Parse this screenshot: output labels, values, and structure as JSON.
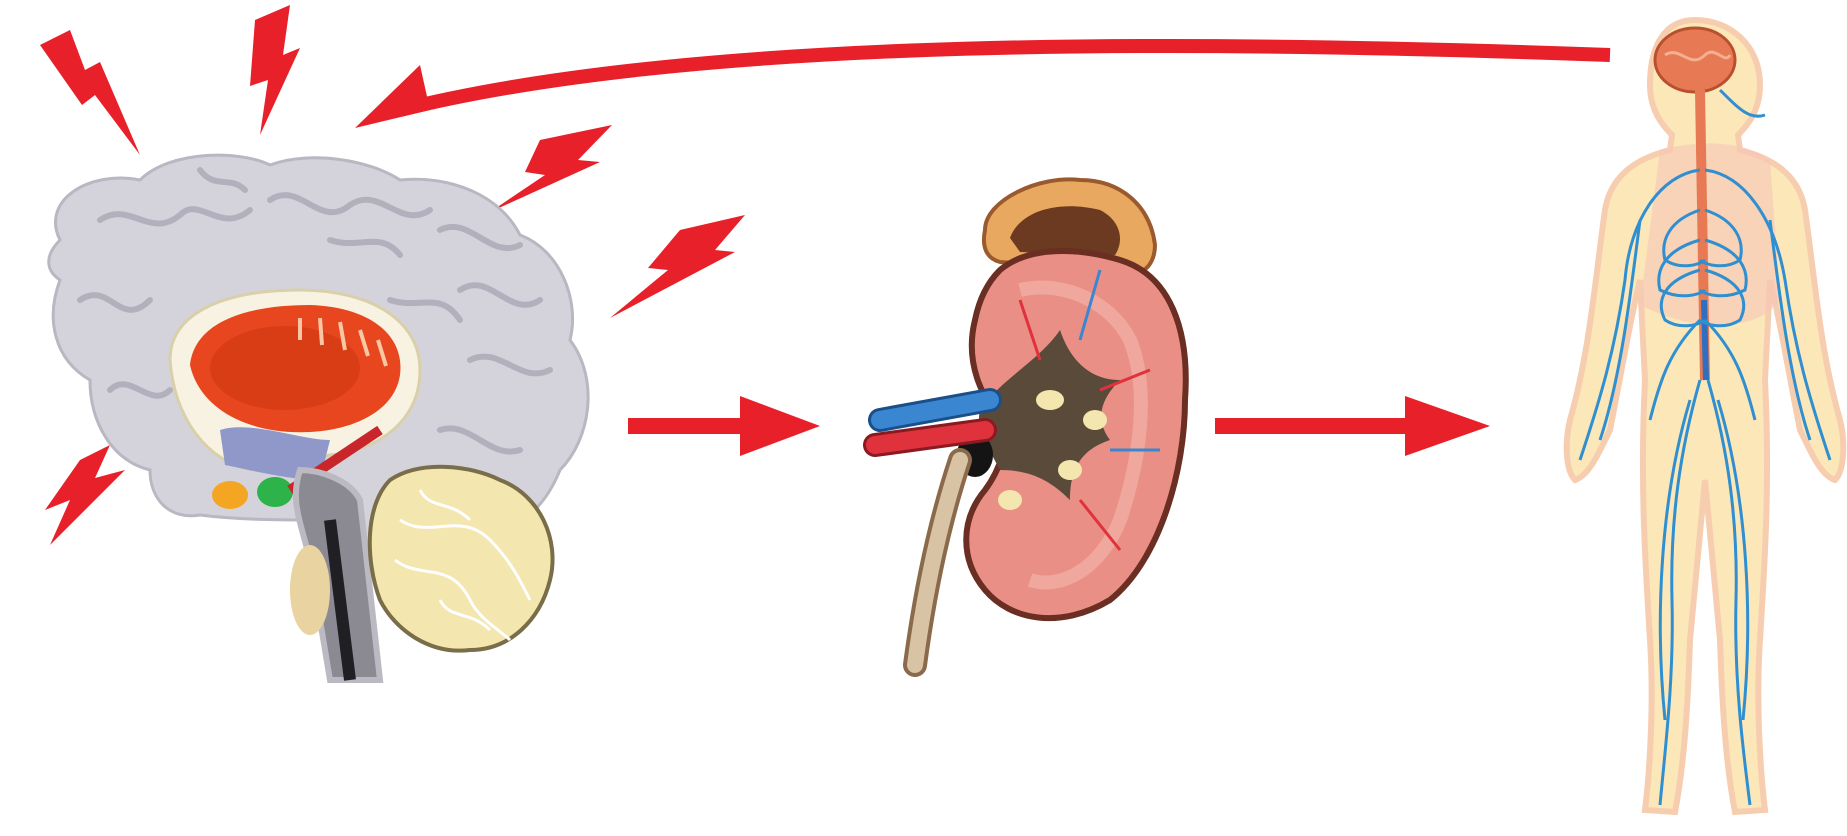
{
  "diagram": {
    "stages": [
      {
        "id": "brain",
        "icon": "brain-icon"
      },
      {
        "id": "kidney-adrenal",
        "icon": "kidney-adrenal-icon"
      },
      {
        "id": "nervous-system",
        "icon": "nervous-system-icon"
      }
    ],
    "arrows": [
      {
        "from": "brain",
        "to": "kidney-adrenal"
      },
      {
        "from": "kidney-adrenal",
        "to": "nervous-system"
      },
      {
        "from": "nervous-system",
        "to": "brain"
      }
    ],
    "colors": {
      "arrow": "#e8202a",
      "brain_cortex": "#d4d3dc",
      "limbic": "#e8461f",
      "cerebellum": "#f3e6ae",
      "kidney": "#e98f85",
      "adrenal": "#e8a860",
      "vein": "#3a86d1",
      "artery": "#e0323c",
      "nerves": "#2f8fd0",
      "body_skin": "#fbe7b8",
      "spine": "#e77a55"
    }
  }
}
